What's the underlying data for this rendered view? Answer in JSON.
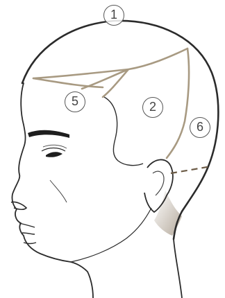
{
  "diagram": {
    "regions": [
      {
        "id": "1",
        "label": "1"
      },
      {
        "id": "2",
        "label": "2"
      },
      {
        "id": "5",
        "label": "5"
      },
      {
        "id": "6",
        "label": "6"
      }
    ]
  },
  "colors": {
    "outline": "#2b2b2b",
    "section_line": "#a89a82",
    "nape_shade": "#b5aa9c",
    "label_stroke": "#555555",
    "label_text": "#444444"
  }
}
